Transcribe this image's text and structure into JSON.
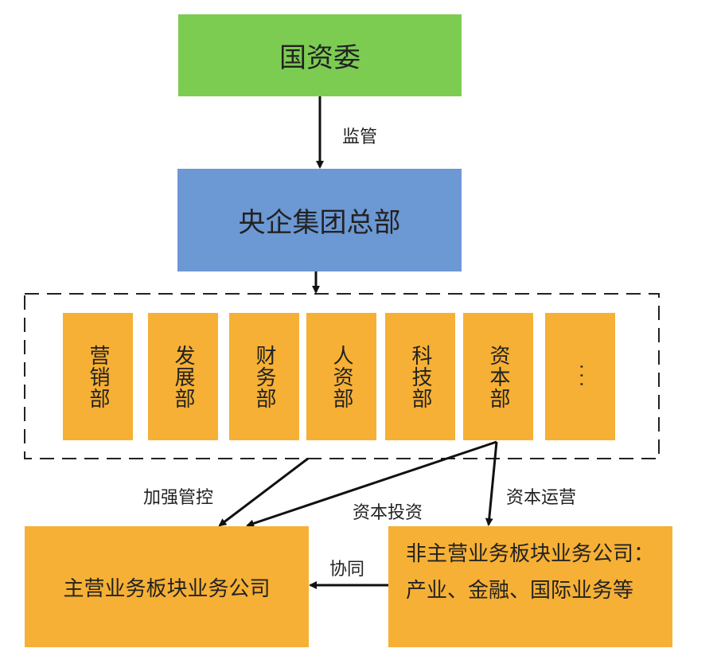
{
  "top_node": "国资委",
  "supervise_label": "监管",
  "hq_node": "央企集团总部",
  "departments": [
    "营销部",
    "发展部",
    "财务部",
    "人资部",
    "科技部",
    "资本部",
    "···"
  ],
  "edge_labels": {
    "control": "加强管控",
    "investment": "资本投资",
    "operation": "资本运营",
    "synergy": "协同"
  },
  "main_business": "主营业务板块业务公司",
  "non_main_business": "非主营业务板块业务公司：产业、金融、国际业务等",
  "colors": {
    "top": "#7dcc52",
    "hq": "#6c98d4",
    "orange": "#f6b035"
  }
}
